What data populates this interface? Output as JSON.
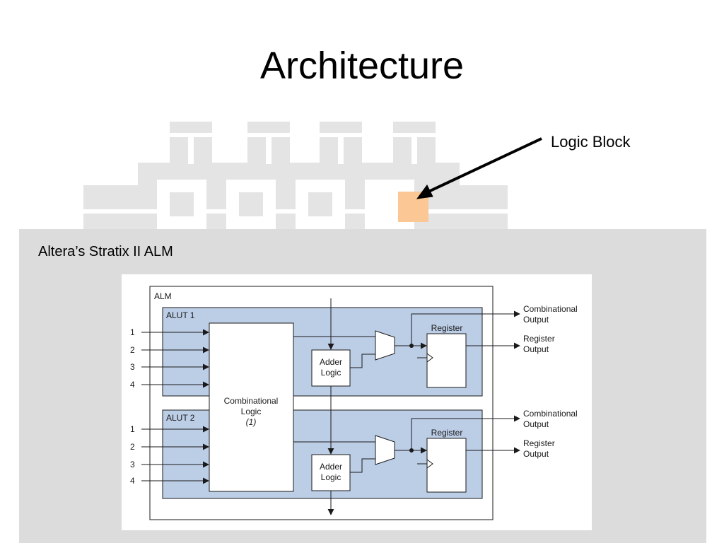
{
  "slide": {
    "title": "Architecture",
    "callout_label": "Logic Block",
    "panel_caption": "Altera’s Stratix II ALM"
  },
  "colors": {
    "grid_background": "#e4e4e4",
    "logic_block": "#fbc794",
    "panel": "#dcdcdc",
    "alut_fill": "#bccde6"
  },
  "diagram": {
    "alm_label": "ALM",
    "alut1_label": "ALUT 1",
    "alut2_label": "ALUT 2",
    "input_labels": [
      "1",
      "2",
      "3",
      "4"
    ],
    "comb_logic": {
      "line1": "Combinational",
      "line2": "Logic",
      "note": "(1)"
    },
    "adder": {
      "line1": "Adder",
      "line2": "Logic"
    },
    "register_label": "Register",
    "outputs": {
      "comb": {
        "line1": "Combinational",
        "line2": "Output"
      },
      "reg": {
        "line1": "Register",
        "line2": "Output"
      }
    }
  }
}
